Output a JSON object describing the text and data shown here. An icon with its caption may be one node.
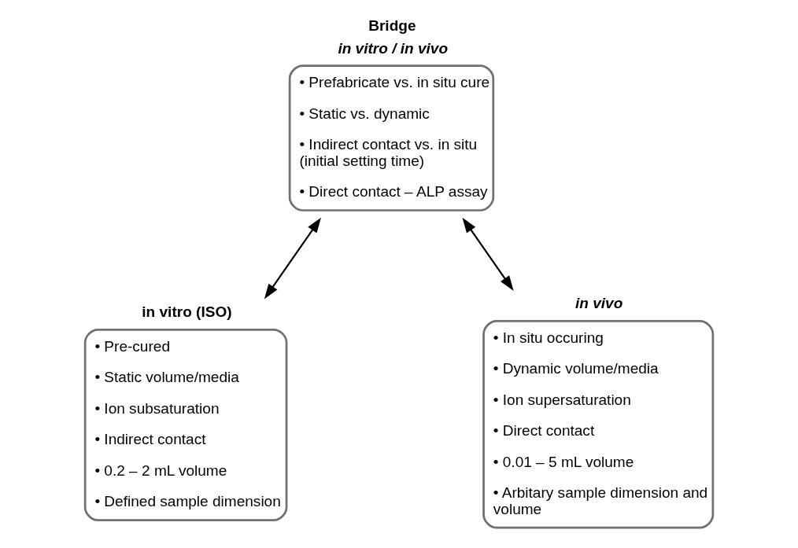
{
  "diagram": {
    "nodes": [
      {
        "text": [
          "Bridge",
          "in vitro / in vivo",
          "• Prefabricate vs. in situ cure",
          "• Static vs. dynamic",
          "• Indirect contact vs. in situ (initial setting time)",
          "• Direct contact – ALP assay"
        ]
      },
      {
        "text": [
          "in vitro (ISO)",
          "• Pre-cured",
          "• Static volume/media",
          "• Ion subsaturation",
          "• Indirect contact",
          "• 0.2 – 2 mL volume",
          "• Defined sample dimension"
        ]
      },
      {
        "text": [
          "in vivo",
          "• In situ occuring",
          "• Dynamic volume/media",
          "• Ion supersaturation",
          "• Direct contact",
          "• 0.01 – 5 mL volume",
          "• Arbitary sample dimension and volume"
        ]
      }
    ],
    "edges": [
      {
        "from": 0,
        "to": 1,
        "arrow": "both"
      },
      {
        "from": 0,
        "to": 2,
        "arrow": "both"
      }
    ]
  }
}
